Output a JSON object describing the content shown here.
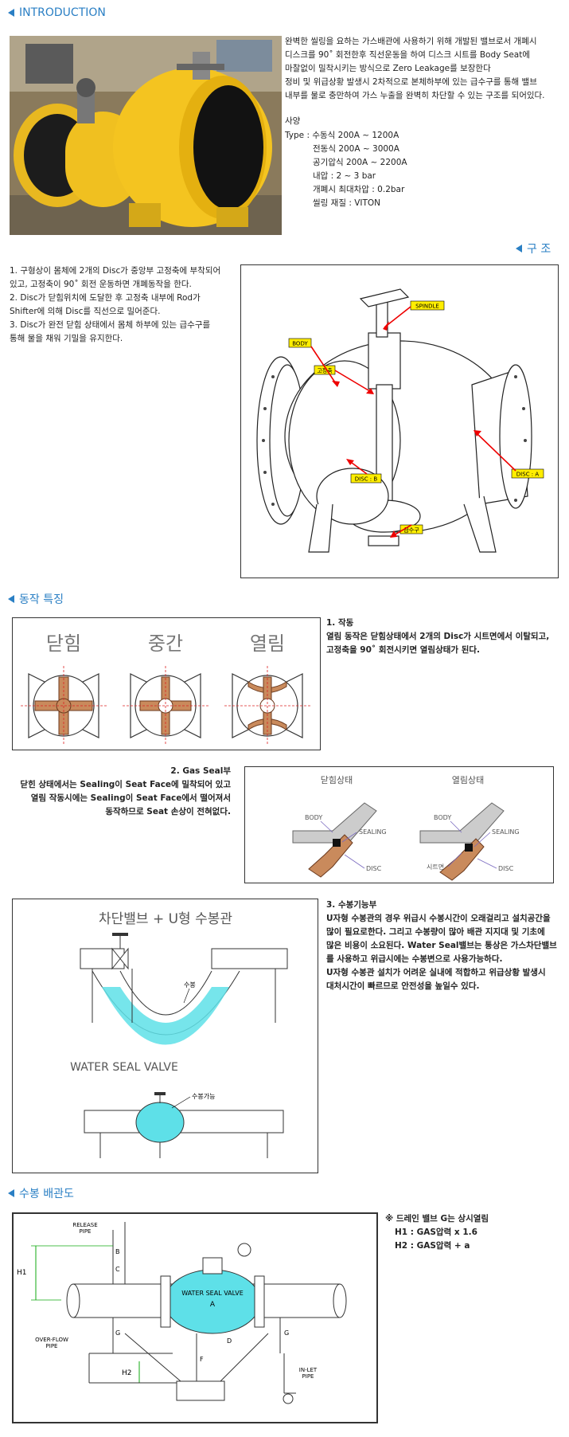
{
  "sections": {
    "intro": "INTRODUCTION",
    "structure": "구 조",
    "operation": "동작 특징",
    "piping": "수봉 배관도"
  },
  "intro": {
    "lines": [
      "완벽한 씰링을 요하는 가스배관에 사용하기 위해 개발된 밸브로서 개폐시",
      "디스크를 90˚ 회전한후 직선운동을 하여 디스크 시트를 Body Seat에",
      "마찰없이 밀착시키는 방식으로  Zero Leakage를 보장한다",
      "정비 및 위급상황 발생시 2차적으로 본체하부에 있는 급수구를 통해 밸브",
      "내부를 물로 충만하여 가스 누출을 완벽히 차단할 수 있는 구조를 되어있다."
    ],
    "spec_title": "사양",
    "type_label": "Type : ",
    "specs": [
      "수동식    200A ~ 1200A",
      "전동식    200A ~ 3000A",
      "공기압식 200A ~ 2200A",
      "내압 : 2 ~ 3 bar",
      "개폐시 최대차압 : 0.2bar",
      "씰링 재질 : VITON"
    ]
  },
  "structure": {
    "items": [
      [
        "1. 구형상이 몸체에 2개의 Disc가 중앙부 고정축에 부착되어",
        "    있고, 고정축이 90˚ 회전  운동하면 개폐동작을 한다."
      ],
      [
        "2. Disc가 닫힘위치에 도달한 후 고정축 내부에 Rod가",
        "    Shifter에 의해 Disc를 직선으로 밀어준다."
      ],
      [
        "3. Disc가 완전 닫힘 상태에서 몸체 하부에 있는 급수구를",
        "    통해 물을 채워 기밀을 유지한다."
      ]
    ],
    "labels": {
      "spindle": "SPINDLE",
      "body": "BODY",
      "shaft": "고정축",
      "disc_a": "DISC : A",
      "disc_b": "DISC : B",
      "inlet": "급수구"
    }
  },
  "operation": {
    "states": [
      "닫힘",
      "중간",
      "열림"
    ],
    "op1_title": "1. 작동",
    "op1_lines": [
      "열림 동작은 닫힘상태에서 2개의 Disc가 시트면에서 이탈되고,",
      "고정축을 90˚ 회전시키면 열림상태가 된다."
    ],
    "op2_title": "2. Gas Seal부",
    "op2_lines": [
      "닫힌 상태에서는 Sealing이  Seat Face에 밀착되어 있고",
      "열림 작동시에는 Sealing이  Seat Face에서 떨어져서",
      "동작하므로 Seat 손상이 전혀없다."
    ],
    "seal_closed": "닫힘상태",
    "seal_open": "열림상태",
    "seal_labels": {
      "body": "BODY",
      "sealing": "SEALING",
      "disc": "DISC",
      "seat": "시트면"
    },
    "op3_title": "3. 수봉기능부",
    "op3_lines": [
      "U자형 수봉관의 경우 위급시 수봉시간이 오래걸리고 설치공간을",
      "많이 필요로한다. 그리고 수봉량이 많아 배관 지지대 및 기초에",
      "많은 비용이 소요된다. Water Seal밸브는 통상은 가스차단밸브",
      "를 사용하고 위급시에는 수봉변으로 사용가능하다.",
      "U자형 수봉관 설치가 어려운 실내에 적합하고 위급상황 발생시",
      "대처시간이 빠르므로 안전성을 높일수 있다."
    ],
    "u_title": "차단밸브  +  U형  수봉관",
    "u_label": "수봉",
    "wsv_title": "WATER SEAL VALVE",
    "wsv_label": "수봉가능"
  },
  "piping": {
    "notes": [
      "※ 드레인 밸브 G는 상시열림",
      "H1 : GAS압력 x 1.6",
      "H2 : GAS압력 + a"
    ],
    "labels": {
      "release": "RELEASE",
      "release2": "PIPE",
      "overflow": "OVER-FLOW",
      "overflow2": "PIPE",
      "inlet": "IN-LET",
      "inlet2": "PIPE",
      "wsv": "WATER  SEAL  VALVE",
      "a": "A",
      "b": "B",
      "c": "C",
      "d": "D",
      "f": "F",
      "g": "G",
      "h1": "H1",
      "h2": "H2"
    }
  }
}
